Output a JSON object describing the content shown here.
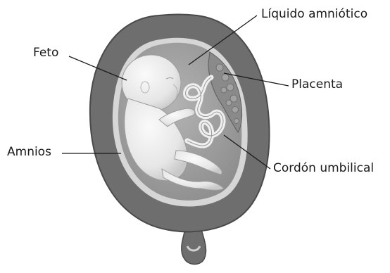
{
  "labels": {
    "liquido": "Líquido amniótico",
    "feto": "Feto",
    "placenta": "Placenta",
    "amnios": "Amnios",
    "cordon": "Cordón umbilical"
  },
  "colors": {
    "uterus_wall": "#6e6e6e",
    "uterus_edge": "#4a4a4a",
    "amnion": "#d6d6d6",
    "fluid": "#a9a9a9",
    "placenta": "#8a8a8a",
    "fetus": "#ededed",
    "leader": "#1a1a1a"
  }
}
